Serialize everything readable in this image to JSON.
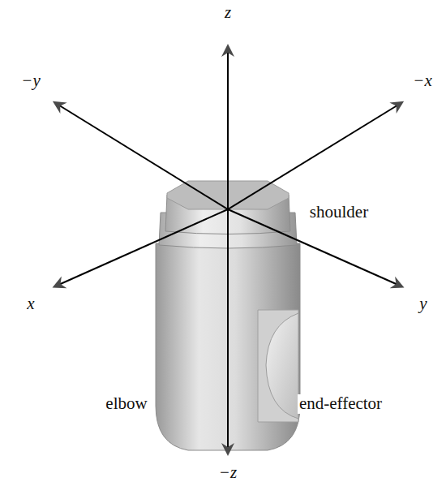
{
  "diagram": {
    "labels": [
      "z",
      "−y",
      "−x",
      "x",
      "y",
      "shoulder",
      "elbow",
      "end-effector",
      "−z"
    ]
  }
}
